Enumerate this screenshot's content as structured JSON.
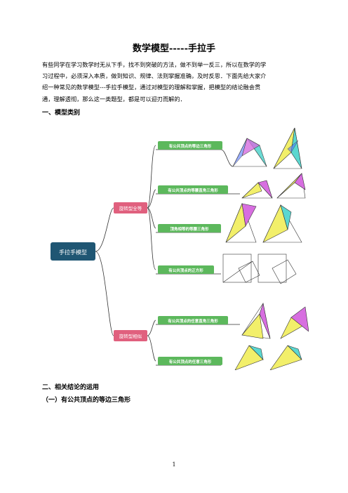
{
  "title": "数学模型-----手拉手",
  "intro": [
    "有些同学在学习数学时无从下手，找不到突破的方法，做不到举一反三，所以在数学的学",
    "习过程中，必须深入本质，做到知识、规律、法则掌握准确，及时反思．下面先给大家介",
    "绍一种常见的数学模型---手拉手模型，通过对模型的理解和掌握，把模型的结论融会贯",
    "通，理解透彻，那么这一类题型，都是可以迎刃而解的．"
  ],
  "section1": "一、模型类别",
  "mindmap": {
    "root": "手拉手模型",
    "branch1": "旋转型全等",
    "branch2": "旋转型相似",
    "leaves": [
      "有公共顶点的等边三角形",
      "有公共顶点的等腰直角三角形",
      "顶角相等的等腰三角形",
      "有公共顶点的正方形",
      "有公共顶点的任意直角三角形",
      "有公共顶点的任意三角形"
    ],
    "colors": {
      "root": "#1f5673",
      "branch": "#e0607e",
      "leaf": "#5cb85c",
      "line": "#333333"
    }
  },
  "section2": "二、相关结论的运用",
  "section2_sub": "（一）有公共顶点的等边三角形",
  "page_number": "1"
}
